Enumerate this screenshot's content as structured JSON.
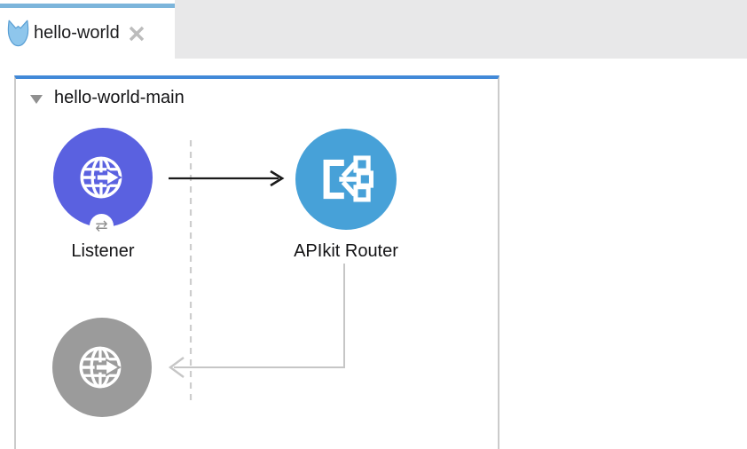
{
  "tab_bar": {
    "active_tab": {
      "title": "hello-world",
      "icon": "mule-logo",
      "close": "close-x"
    }
  },
  "flow": {
    "title": "hello-world-main",
    "collapsed": false,
    "nodes": [
      {
        "label": "Listener",
        "type": "http-listener",
        "color": "#5a61e0",
        "badge": "⇄"
      },
      {
        "label": "APIkit Router",
        "type": "apikit-router",
        "color": "#47a1d8"
      },
      {
        "label": "",
        "type": "http-listener-disabled",
        "color": "#9b9b9b"
      }
    ]
  },
  "colors": {
    "tab_accent": "#7cb5db",
    "flow_accent": "#4189d8",
    "tabstrip_bg": "#e8e8e9",
    "container_border": "#cbcbcb",
    "connector_gray": "#c6c6c6",
    "connector_black": "#1a1a1a",
    "dashed_guide": "#cdcdcd"
  }
}
